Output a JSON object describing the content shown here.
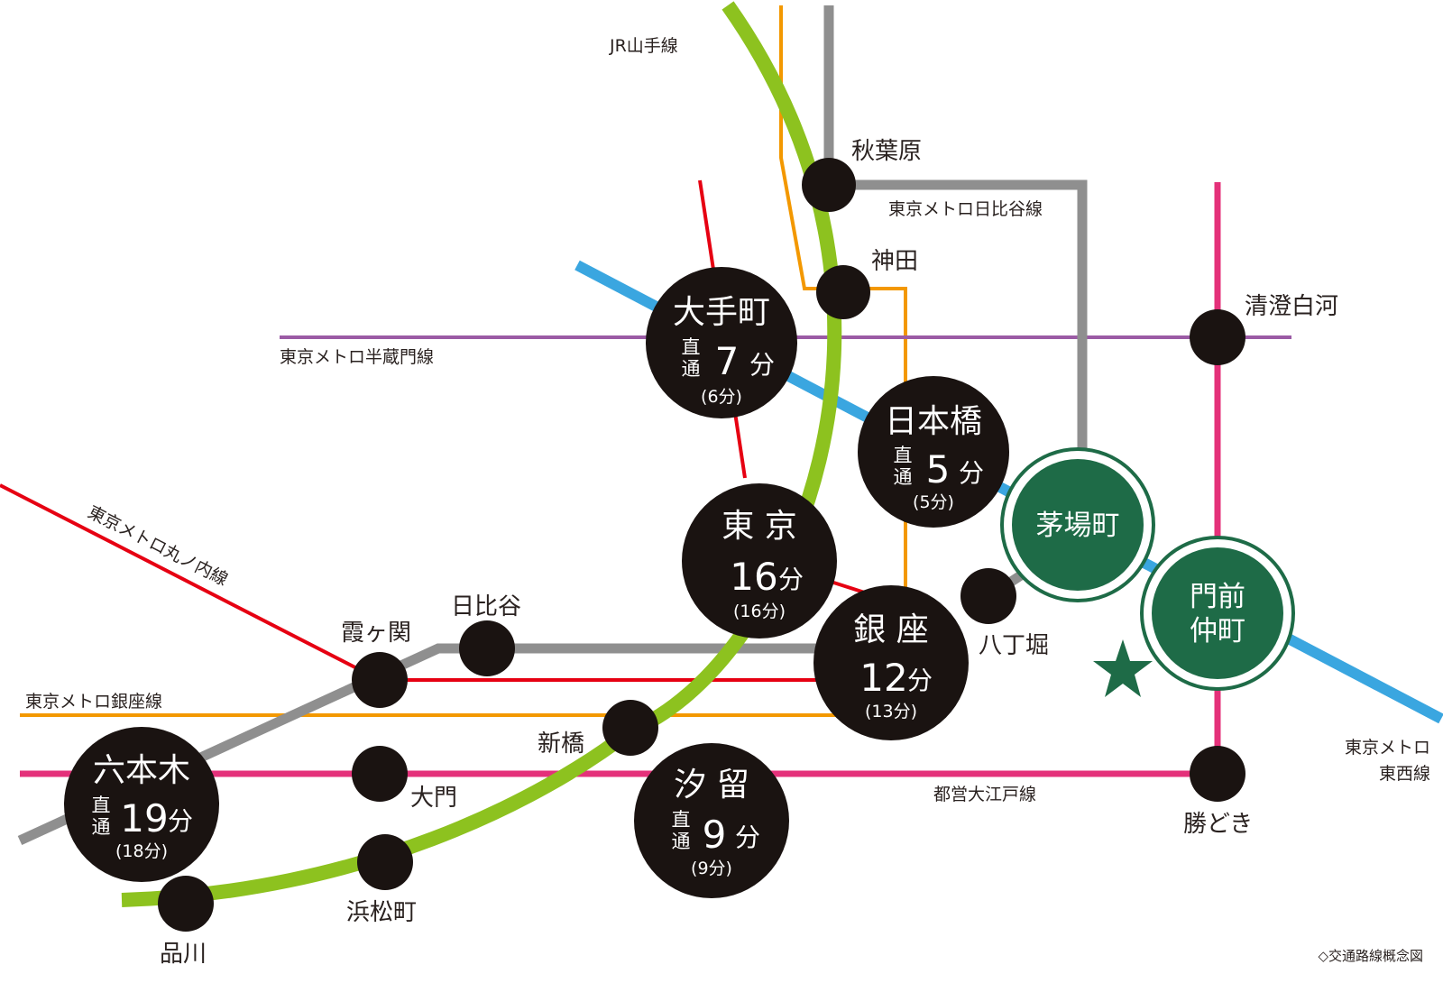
{
  "lines": {
    "yamanote": {
      "label": "JR山手線",
      "color": "#8dc21f"
    },
    "hibiya": {
      "label": "東京メトロ日比谷線",
      "color": "#8f8f8f"
    },
    "hanzomon": {
      "label": "東京メトロ半蔵門線",
      "color": "#9b5ba5"
    },
    "marunouchi": {
      "label": "東京メトロ丸ノ内線",
      "color": "#e60012"
    },
    "ginza": {
      "label": "東京メトロ銀座線",
      "color": "#f39800"
    },
    "oedo": {
      "label": "都営大江戸線",
      "color": "#e4317a"
    },
    "tozai": {
      "label_1": "東京メトロ",
      "label_2": "東西線",
      "color": "#3aa6e0"
    }
  },
  "stations": {
    "akihabara": "秋葉原",
    "kanda": "神田",
    "kiyosumi": "清澄白河",
    "hibiya": "日比谷",
    "kasumigaseki": "霞ヶ関",
    "hatchobori": "八丁堀",
    "shimbashi": "新橋",
    "daimon": "大門",
    "hamamatsucho": "浜松町",
    "shinagawa": "品川",
    "kachidoki": "勝どき"
  },
  "major_stations": [
    {
      "id": "otemachi",
      "name": "大手町",
      "direct": "直通",
      "minutes": "7",
      "unit": "分",
      "sub": "(6分)"
    },
    {
      "id": "nihonbashi",
      "name": "日本橋",
      "direct": "直通",
      "minutes": "5",
      "unit": "分",
      "sub": "(5分)"
    },
    {
      "id": "tokyo",
      "name": "東 京",
      "minutes": "16",
      "unit": "分",
      "sub": "(16分)"
    },
    {
      "id": "ginza",
      "name": "銀 座",
      "minutes": "12",
      "unit": "分",
      "sub": "(13分)"
    },
    {
      "id": "shiodome",
      "name": "汐 留",
      "direct": "直通",
      "minutes": "9",
      "unit": "分",
      "sub": "(9分)"
    },
    {
      "id": "roppongi",
      "name": "六本木",
      "direct": "直通",
      "minutes": "19",
      "unit": "分",
      "sub": "(18分)"
    }
  ],
  "targets": {
    "kayabacho": "茅場町",
    "monzen_1": "門前",
    "monzen_2": "仲町",
    "color": "#1e6b47"
  },
  "note": "◇交通路線概念図",
  "colors": {
    "station": "#1a1311",
    "star": "#1e6b47"
  }
}
